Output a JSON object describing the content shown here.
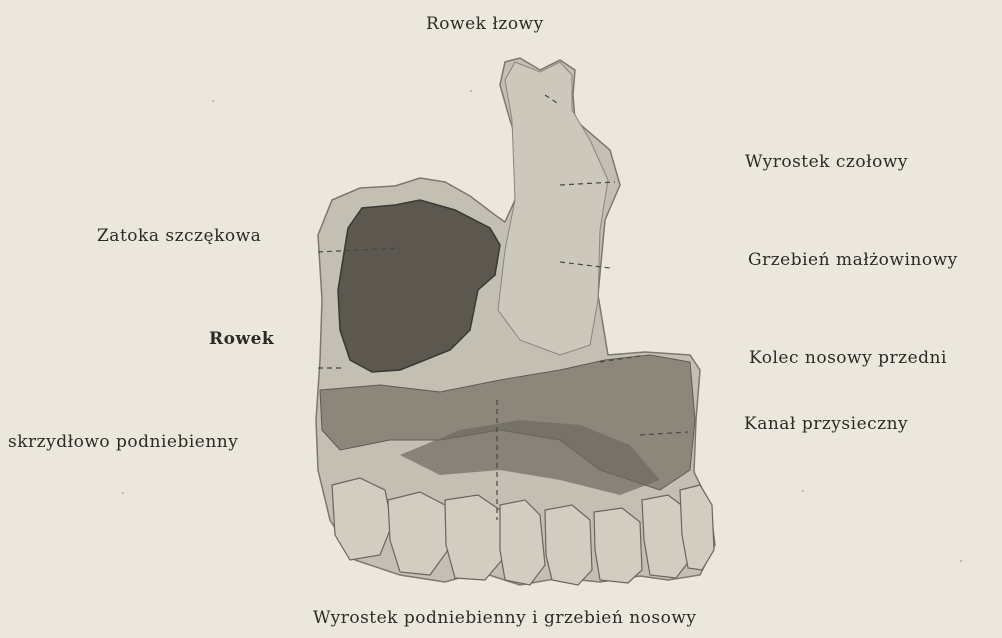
{
  "labels": {
    "top": "Rowek łzowy",
    "left_1": "Zatoka szczękowa",
    "left_2": "Rowek",
    "left_3": "skrzydłowo podniebienny",
    "right_1": "Wyrostek czołowy",
    "right_2": "Grzebień małżowinowy",
    "right_3": "Kolec nosowy przedni",
    "right_4": "Kanał przysieczny",
    "bottom": "Wyrostek podniebienny i grzebień nosowy"
  },
  "colors": {
    "paper": "#ebe7dc",
    "bone_light": "#c9c4b8",
    "bone_mid": "#a8a296",
    "bone_dark": "#6e695f",
    "sinus": "#5a564f",
    "text": "#2b2a27"
  }
}
